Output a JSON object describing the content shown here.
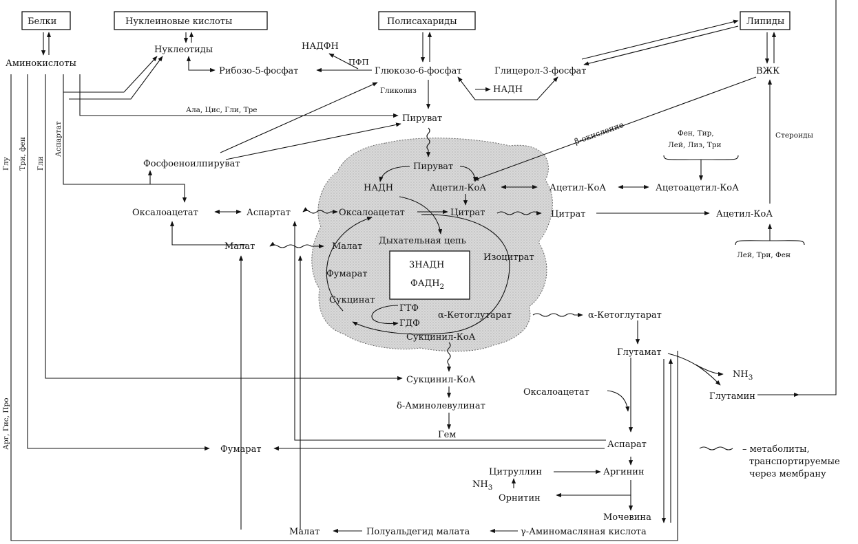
{
  "boxes": {
    "proteins": "Белки",
    "nucleic_acids": "Нуклеиновые кислоты",
    "polysaccharides": "Полисахариды",
    "lipids": "Липиды"
  },
  "nodes": {
    "amino_acids": "Аминокислоты",
    "nucleotides": "Нуклеотиды",
    "ribose5p": "Рибозо-5-фосфат",
    "nadph": "НАДФН",
    "pfp": "ПФП",
    "glucose6p": "Глюкозо-6-фосфат",
    "glycerol3p": "Глицерол-3-фосфат",
    "nadh_top": "НАДН",
    "vzhk": "ВЖК",
    "glycolysis": "Гликолиз",
    "ala_cys": "Ала, Цис, Гли, Тре",
    "pyruvate_top": "Пируват",
    "beta_ox": "β-окисление",
    "steroids": "Стероиды",
    "fen_tir": "Фен, Тир,",
    "lei_liz": "Лей, Лиз, Три",
    "pep": "Фосфоеноилпируват",
    "pyruvate_m": "Пируват",
    "nadh_m": "НАДН",
    "acetylcoa_m": "Ацетил-КоА",
    "acetylcoa_c": "Ацетил-КоА",
    "acetoacetylcoa": "Ацетоацетил-КоА",
    "oaa_c": "Оксалоацетат",
    "aspartate_c": "Аспартат",
    "oaa_m": "Оксалоацетат",
    "citrate_m": "Цитрат",
    "citrate_c": "Цитрат",
    "acetylcoa_r": "Ацетил-КоА",
    "malate_c": "Малат",
    "malate_m": "Малат",
    "resp_chain": "Дыхательная цепь",
    "isocitrate": "Изоцитрат",
    "nadh3": "3НАДН",
    "fadh2": "ФАДН",
    "fadh2_sub": "2",
    "fumarate_m": "Фумарат",
    "lei_tri": "Лей, Три, Фен",
    "succinate": "Сукцинат",
    "gtp": "ГТФ",
    "gdp": "ГДФ",
    "akg_m": "α-Кетоглутарат",
    "akg_c": "α-Кетоглутарат",
    "succcoa_m": "Сукцинил-КоА",
    "glutamate": "Глутамат",
    "nh3_right": "NH",
    "nh3_right_sub": "3",
    "glutamine": "Глутамин",
    "succcoa_c": "Сукцинил-КоА",
    "oaa_low": "Оксалоацетат",
    "ala_lev": "δ-Аминолевулинат",
    "heme": "Гем",
    "asparat": "Аспарат",
    "fumarate_c": "Фумарат",
    "citrulline": "Цитруллин",
    "arginine": "Аргинин",
    "nh3_low": "NH",
    "nh3_low_sub": "3",
    "ornithine": "Орнитин",
    "urea": "Мочевина",
    "malate_bottom": "Малат",
    "semialdehyde": "Полуальдегид малата",
    "gaba": "γ-Аминомасляная кислота"
  },
  "vertical": {
    "glu": "Глу",
    "tri_fen": "Три, фен",
    "gli": "Гли",
    "aspartat": "Аспартат",
    "arg_gis": "Арг, Гис, Про"
  },
  "legend": {
    "line1": "– метаболиты,",
    "line2": "транспортируемые",
    "line3": "через мембрану"
  }
}
